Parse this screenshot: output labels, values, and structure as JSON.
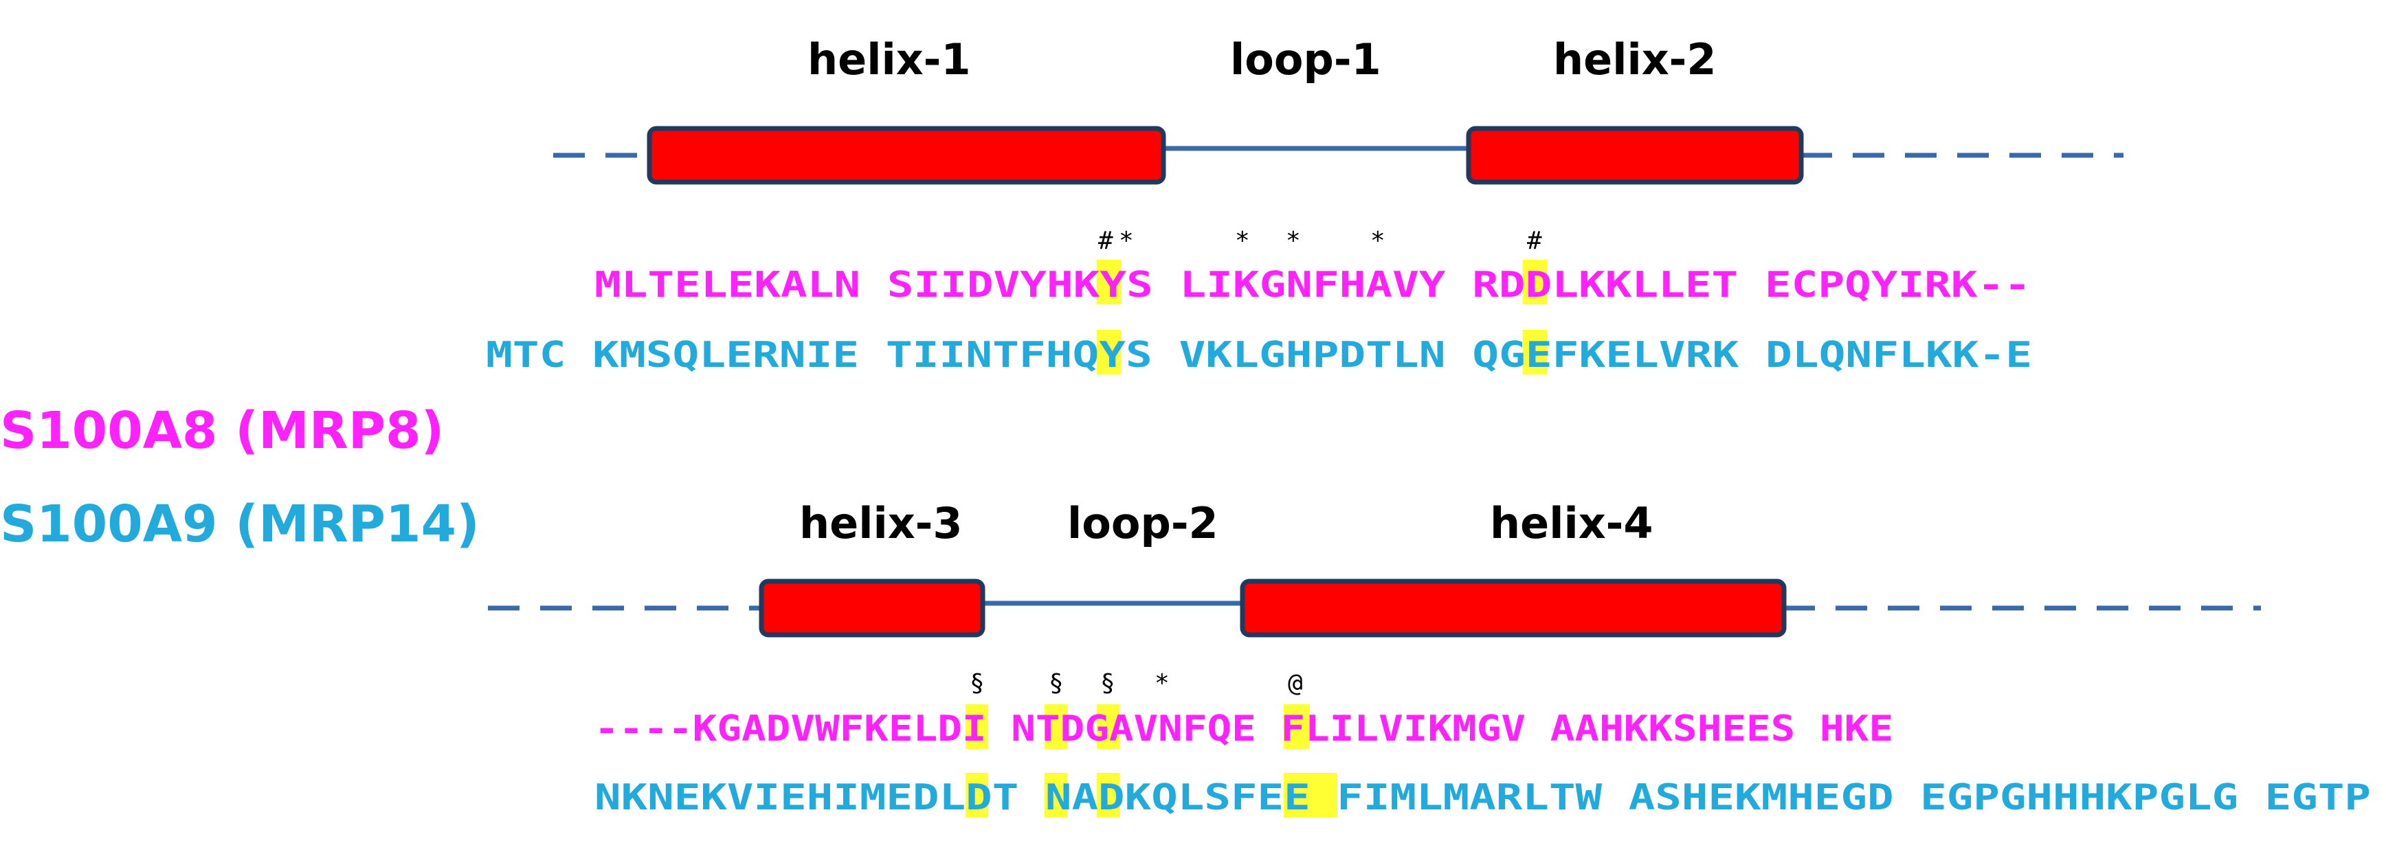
{
  "colors": {
    "s100a8": "#ff22ff",
    "s100a9": "#22aadd",
    "helix_fill": "#ff0000",
    "helix_stroke": "#1f3a5f",
    "line": "#3a68a8",
    "highlight": "#ffff33"
  },
  "legend": {
    "s100a8": "S100A8 (MRP8)",
    "s100a9": "S100A9 (MRP14)"
  },
  "block1": {
    "labels": {
      "helix1": "helix-1",
      "loop1": "loop-1",
      "helix2": "helix-2"
    },
    "marks": [
      "#",
      "*",
      "*",
      "*",
      "*",
      "#"
    ],
    "s100a8": "MLTELEKALN SIIDVYHKYS LIKGNFHAVY RDDLKKLLET ECPQYIRK--",
    "s100a9": "MTC KMSQLERNIE TIINTFHQYS VKLGHPDTLN QGEFKELVRK DLQNFLKK-E"
  },
  "block2": {
    "labels": {
      "helix3": "helix-3",
      "loop2": "loop-2",
      "helix4": "helix-4"
    },
    "marks": [
      "§",
      "§",
      "§",
      "*",
      "@"
    ],
    "s100a8": "----KGADVWFKELDI NTDGAVNFQE FLILVIKMGV AAHKKSHEES HKE",
    "s100a9": "NKNEKVIEHIMEDLDT NADKQLSFEE FIMLMARLTW ASHEKMHEGD EGPGHHHKPGLG EGTP"
  }
}
